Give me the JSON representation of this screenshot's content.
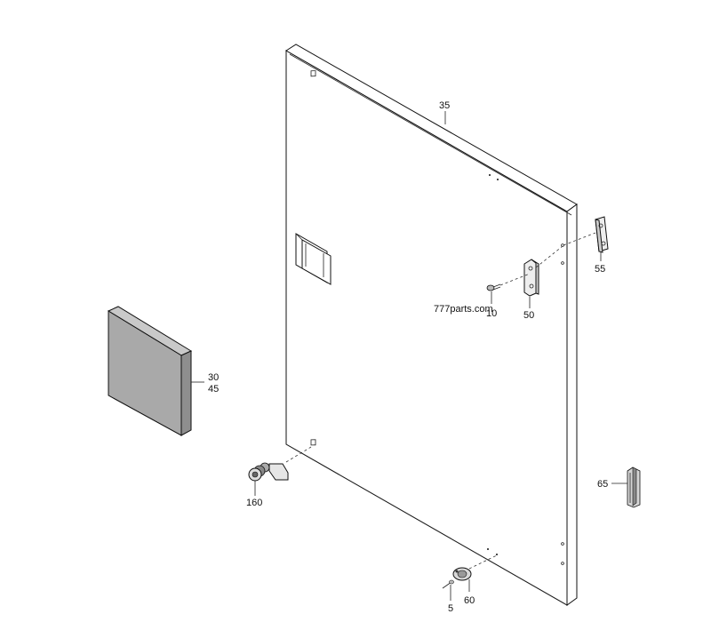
{
  "watermark": "777parts.com",
  "callouts": {
    "door_panel": "35",
    "screw_10": "10",
    "hinge_50": "50",
    "hinge_55": "55",
    "filter_30": "30",
    "filter_45": "45",
    "lock_160": "160",
    "clip_65": "65",
    "screw_5": "5",
    "hinge_60": "60"
  }
}
